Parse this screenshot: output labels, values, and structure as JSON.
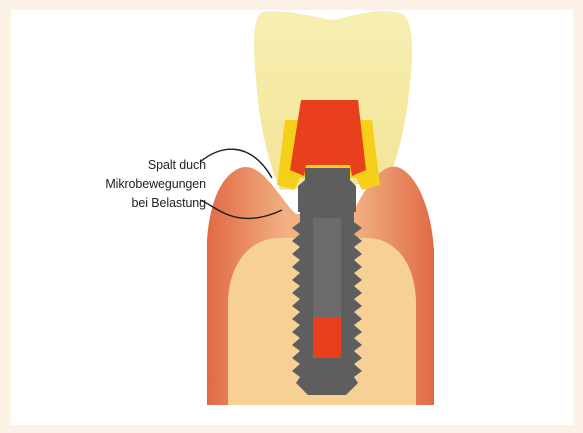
{
  "annotation": {
    "lines": [
      "Spalt duch",
      "Mikrobewegungen",
      "bei Belastung"
    ]
  },
  "colors": {
    "background": "#fbf1e5",
    "crown": "#f6eba7",
    "gum_outer": "#e2704a",
    "gum_inner": "#f0a57a",
    "bone": "#f5cf8e",
    "implant": "#5f5f5f",
    "abutment_core": "#e8401d",
    "cement": "#f5d21a"
  },
  "icons": {
    "leader_lines": "curved-arrow-lines"
  }
}
